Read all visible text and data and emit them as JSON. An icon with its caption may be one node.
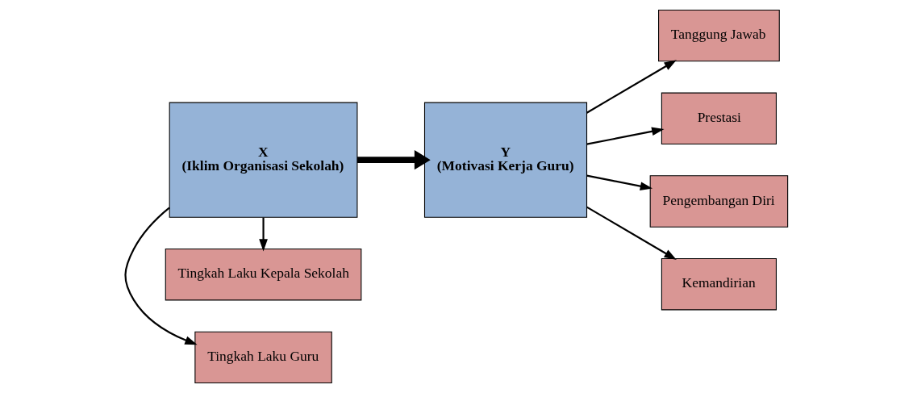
{
  "diagram": {
    "nodes": [
      {
        "text": [
          "Tingkah Laku Guru"
        ]
      },
      {
        "text": [
          "Tingkah Laku Kepala Sekolah"
        ]
      },
      {
        "text": [
          "X",
          "(Iklim Organisasi Sekolah)"
        ]
      },
      {
        "text": [
          "Y",
          "(Motivasi Kerja Guru)"
        ]
      },
      {
        "text": [
          "Tanggung Jawab"
        ]
      },
      {
        "text": [
          "Prestasi"
        ]
      },
      {
        "text": [
          "Pengembangan Diri"
        ]
      },
      {
        "text": [
          "Kemandirian"
        ]
      }
    ],
    "edges": [
      {
        "from": 2,
        "to": 0,
        "arrow": "to"
      },
      {
        "from": 2,
        "to": 1,
        "arrow": "to"
      },
      {
        "from": 2,
        "to": 3,
        "arrow": "to",
        "style": "thick"
      },
      {
        "from": 3,
        "to": 4,
        "arrow": "to"
      },
      {
        "from": 3,
        "to": 5,
        "arrow": "to"
      },
      {
        "from": 3,
        "to": 6,
        "arrow": "to"
      },
      {
        "from": 3,
        "to": 7,
        "arrow": "to"
      }
    ]
  }
}
